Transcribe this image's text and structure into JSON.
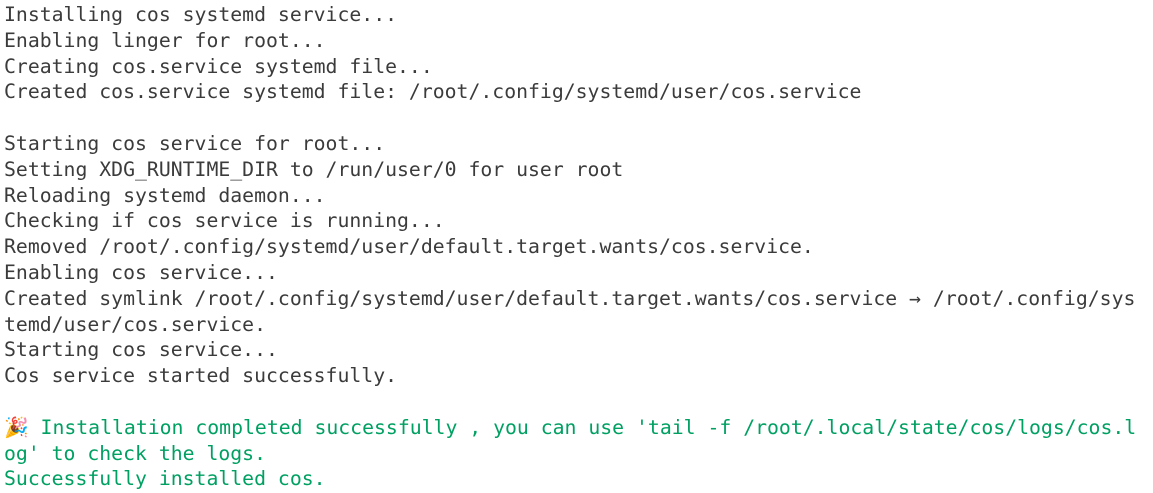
{
  "terminal": {
    "background_color": "#ffffff",
    "text_color": "#3b3b3b",
    "success_color": "#00a062",
    "party_popper_emoji": "🎉",
    "lines": [
      {
        "text": "Installing cos systemd service...",
        "color": "default"
      },
      {
        "text": "Enabling linger for root...",
        "color": "default"
      },
      {
        "text": "Creating cos.service systemd file...",
        "color": "default"
      },
      {
        "text": "Created cos.service systemd file: /root/.config/systemd/user/cos.service",
        "color": "default"
      },
      {
        "text": "",
        "color": "default"
      },
      {
        "text": "Starting cos service for root...",
        "color": "default"
      },
      {
        "text": "Setting XDG_RUNTIME_DIR to /run/user/0 for user root",
        "color": "default"
      },
      {
        "text": "Reloading systemd daemon...",
        "color": "default"
      },
      {
        "text": "Checking if cos service is running...",
        "color": "default"
      },
      {
        "text": "Removed /root/.config/systemd/user/default.target.wants/cos.service.",
        "color": "default"
      },
      {
        "text": "Enabling cos service...",
        "color": "default"
      },
      {
        "text": "Created symlink /root/.config/systemd/user/default.target.wants/cos.service → /root/.config/sys",
        "color": "default"
      },
      {
        "text": "temd/user/cos.service.",
        "color": "default"
      },
      {
        "text": "Starting cos service...",
        "color": "default"
      },
      {
        "text": "Cos service started successfully.",
        "color": "default"
      },
      {
        "text": "",
        "color": "default"
      },
      {
        "text": "🎉 Installation completed successfully , you can use 'tail -f /root/.local/state/cos/logs/cos.l",
        "color": "green"
      },
      {
        "text": "og' to check the logs.",
        "color": "green"
      },
      {
        "text": "Successfully installed cos.",
        "color": "green"
      }
    ]
  }
}
